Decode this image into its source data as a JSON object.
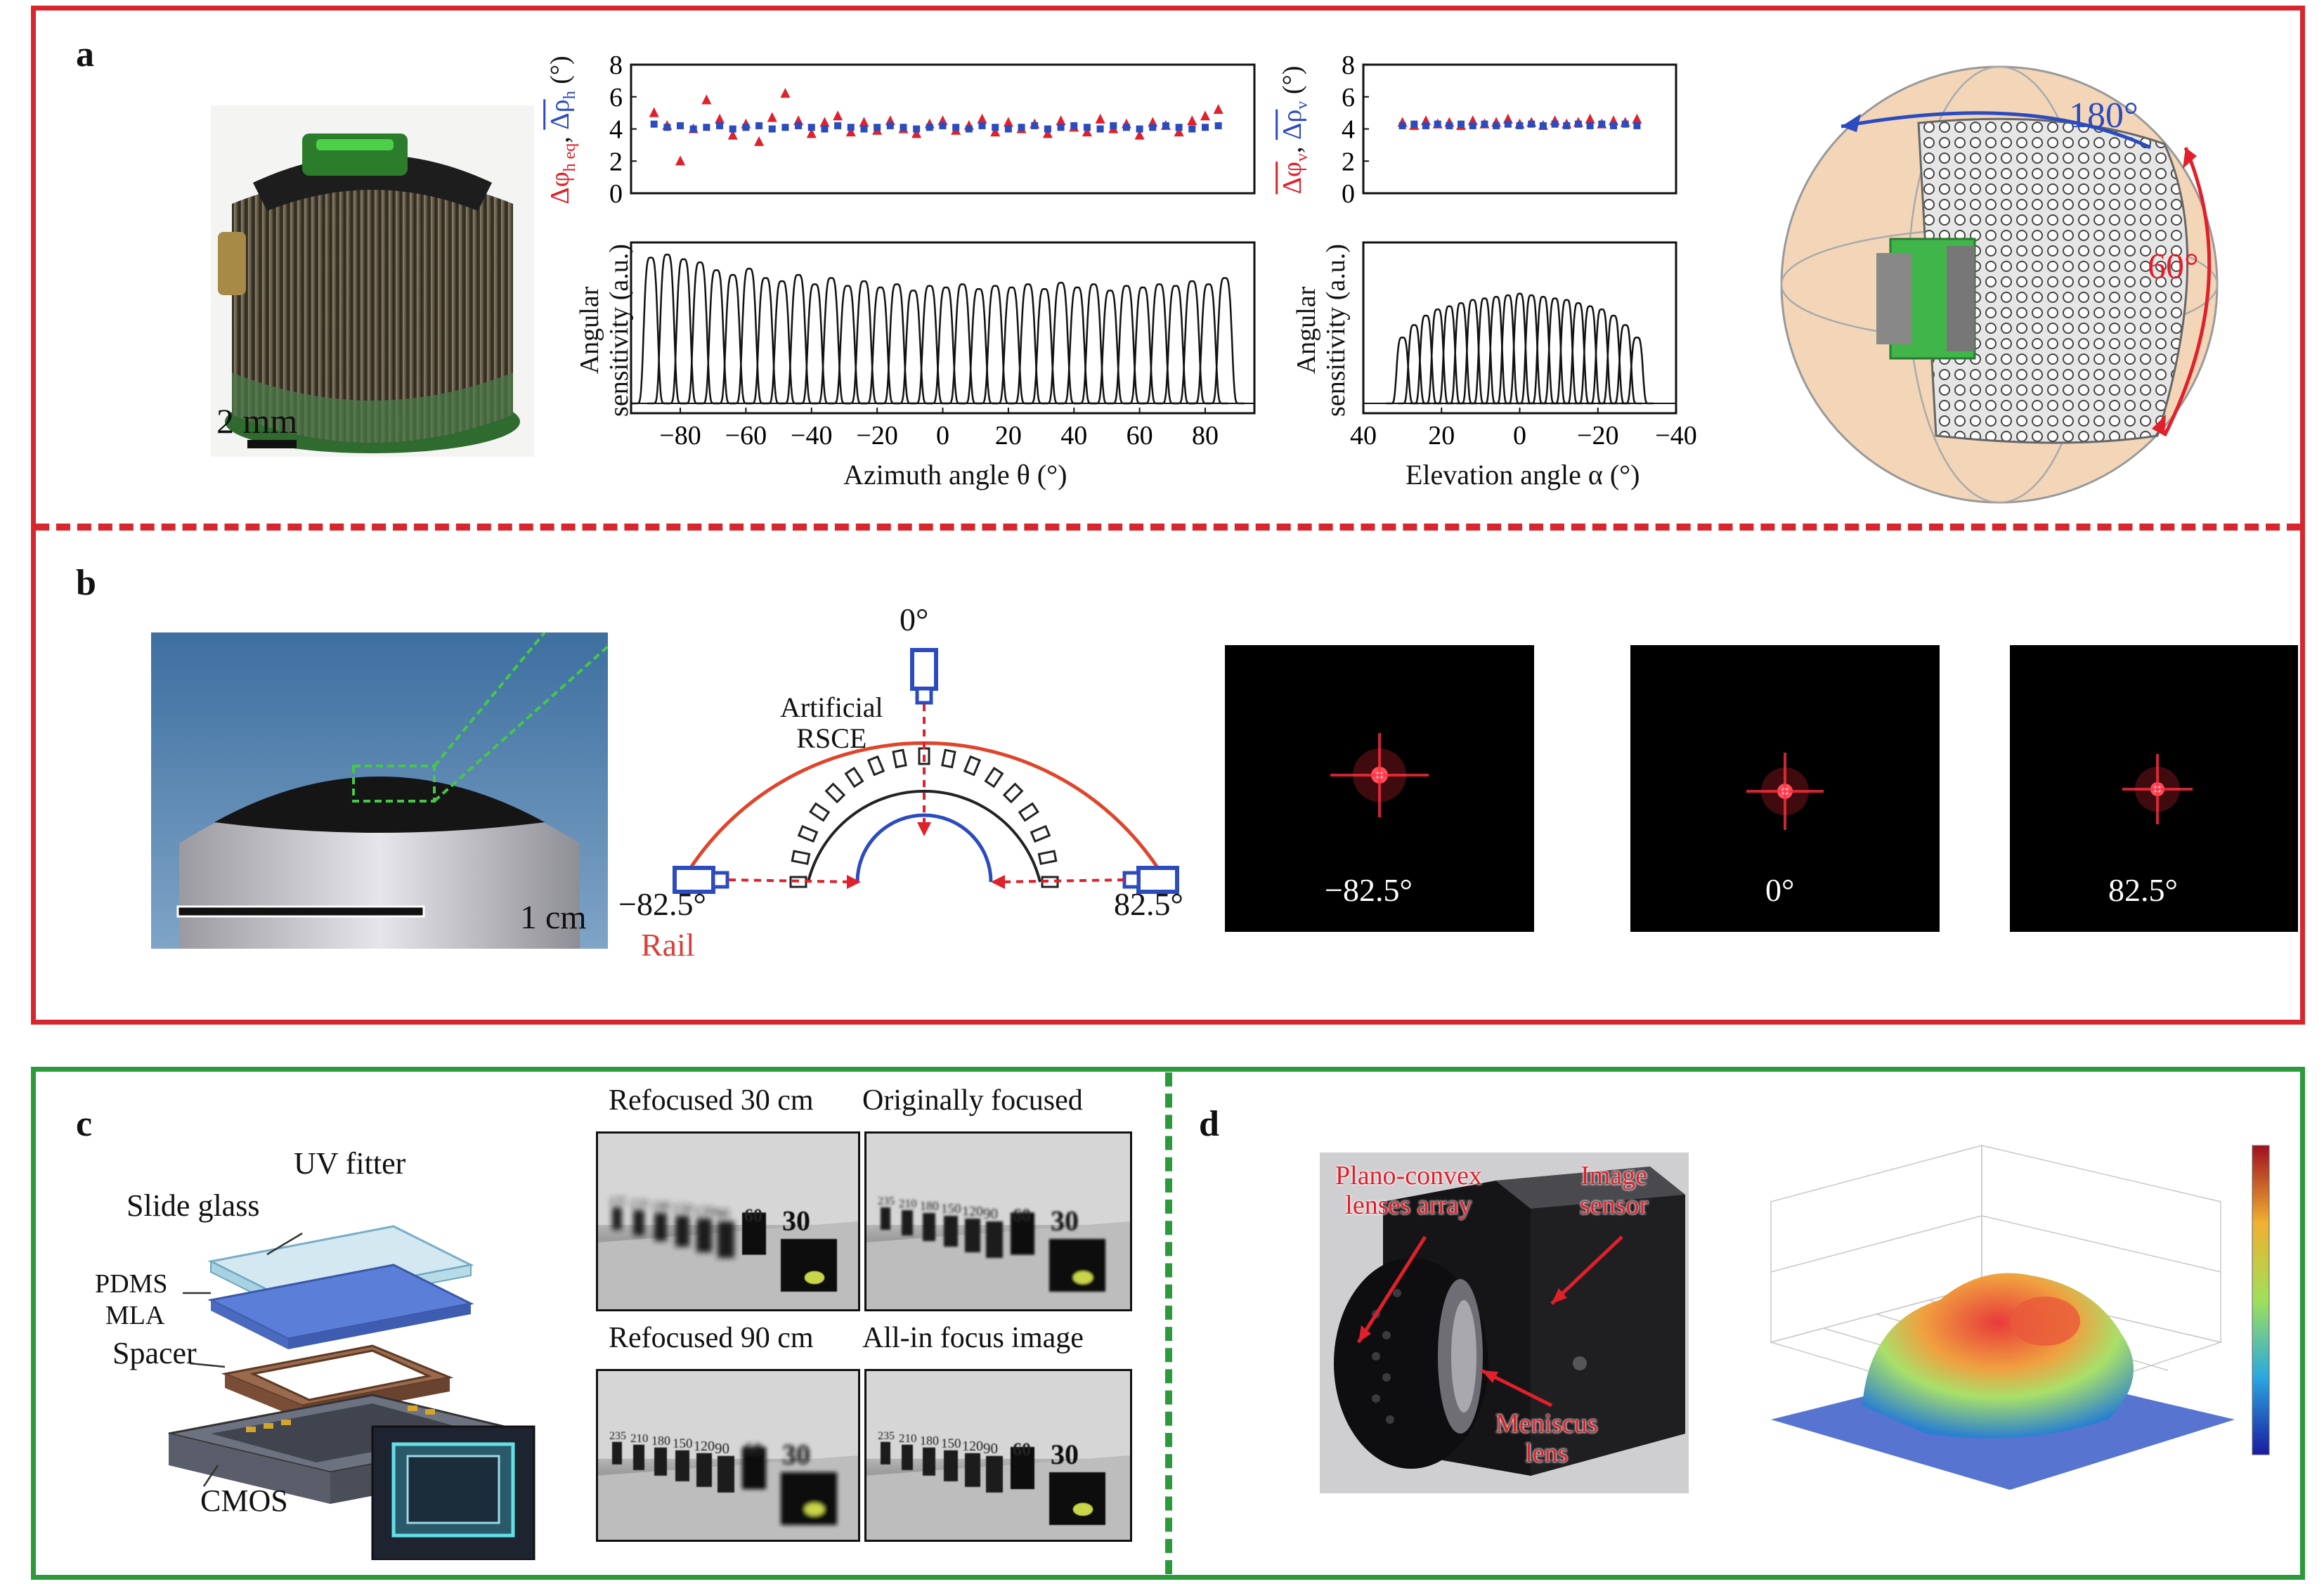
{
  "panels": {
    "a": "a",
    "b": "b",
    "c": "c",
    "d": "d"
  },
  "panel_a": {
    "scale_bar": "2 mm",
    "ylabel_top_left_red": "Δφ",
    "ylabel_top_left_red_sub": "h eq",
    "ylabel_top_left_sep": ", ",
    "ylabel_top_left_blue": "Δρ",
    "ylabel_top_left_blue_sub": "h",
    "ylabel_top_left_unit": " (°)",
    "ylabel_top_right_red": "Δφ",
    "ylabel_top_right_red_sub": "v",
    "ylabel_top_right_sep": ", ",
    "ylabel_top_right_blue": "Δρ",
    "ylabel_top_right_blue_sub": "v",
    "ylabel_top_right_unit": " (°)",
    "ylabel_bottom_line1": "Angular",
    "ylabel_bottom_line2": "sensitivity (a.u.)",
    "xlabel_left": "Azimuth angle θ (°)",
    "xlabel_right": "Elevation angle α (°)",
    "sphere_h_angle": "180°",
    "sphere_v_angle": "60°",
    "colors": {
      "red": "#e0202a",
      "blue": "#2b4bbf",
      "sphere": "#f3d6b8",
      "green": "#3fb54a"
    }
  },
  "panel_b": {
    "scale_bar": "1 cm",
    "top_angle": "0°",
    "left_angle": "−82.5°",
    "right_angle": "82.5°",
    "rail": "Rail",
    "center_line1": "Artificial",
    "center_line2": "RSCE",
    "spot_labels": [
      "−82.5°",
      "0°",
      "82.5°"
    ]
  },
  "panel_c": {
    "uv": "UV fitter",
    "slide": "Slide glass",
    "pdms": "PDMS",
    "mla": "MLA",
    "spacer": "Spacer",
    "cmos": "CMOS",
    "titles": [
      "Refocused 30 cm",
      "Originally focused",
      "Refocused 90 cm",
      "All-in focus image"
    ],
    "marks": [
      "235",
      "210",
      "180",
      "150",
      "120",
      "90",
      "60",
      "30"
    ]
  },
  "panel_d": {
    "plano_line1": "Plano-convex",
    "plano_line2": "lenses array",
    "image_line1": "Image",
    "image_line2": "sensor",
    "meniscus_line1": "Meniscus",
    "meniscus_line2": "lens"
  },
  "chart_data": [
    {
      "type": "scatter",
      "title": "",
      "xlabel": "",
      "ylabel": "Δφh eq, Δρh (°)",
      "xlim": [
        -95,
        95
      ],
      "ylim": [
        0,
        8
      ],
      "yticks": [
        0,
        2,
        4,
        6,
        8
      ],
      "series": [
        {
          "name": "Δφh eq",
          "marker": "triangle",
          "color": "#e0202a",
          "x": [
            -88,
            -84,
            -80,
            -76,
            -72,
            -68,
            -64,
            -60,
            -56,
            -52,
            -48,
            -44,
            -40,
            -36,
            -32,
            -28,
            -24,
            -20,
            -16,
            -12,
            -8,
            -4,
            0,
            4,
            8,
            12,
            16,
            20,
            24,
            28,
            32,
            36,
            40,
            44,
            48,
            52,
            56,
            60,
            64,
            68,
            72,
            76,
            80,
            84
          ],
          "y": [
            5.0,
            4.2,
            2.0,
            4.0,
            5.8,
            4.6,
            3.6,
            4.3,
            3.2,
            4.7,
            6.2,
            4.5,
            3.7,
            4.4,
            4.8,
            3.8,
            4.4,
            3.9,
            4.5,
            4.0,
            3.7,
            4.3,
            4.5,
            3.9,
            4.2,
            4.6,
            3.8,
            4.4,
            4.0,
            4.3,
            3.7,
            4.5,
            4.1,
            3.8,
            4.6,
            4.0,
            4.3,
            3.6,
            4.4,
            4.2,
            3.8,
            4.5,
            4.8,
            5.2
          ]
        },
        {
          "name": "Δρh",
          "marker": "square",
          "color": "#2b4bbf",
          "x": [
            -88,
            -84,
            -80,
            -76,
            -72,
            -68,
            -64,
            -60,
            -56,
            -52,
            -48,
            -44,
            -40,
            -36,
            -32,
            -28,
            -24,
            -20,
            -16,
            -12,
            -8,
            -4,
            0,
            4,
            8,
            12,
            16,
            20,
            24,
            28,
            32,
            36,
            40,
            44,
            48,
            52,
            56,
            60,
            64,
            68,
            72,
            76,
            80,
            84
          ],
          "y": [
            4.3,
            4.1,
            4.2,
            4.0,
            4.1,
            4.2,
            4.0,
            4.1,
            4.2,
            4.0,
            4.1,
            4.2,
            4.1,
            4.0,
            4.2,
            4.1,
            4.0,
            4.1,
            4.2,
            4.1,
            4.0,
            4.1,
            4.2,
            4.1,
            4.0,
            4.2,
            4.1,
            4.0,
            4.1,
            4.2,
            4.0,
            4.1,
            4.2,
            4.1,
            4.0,
            4.2,
            4.1,
            4.0,
            4.1,
            4.2,
            4.1,
            4.0,
            4.1,
            4.2
          ]
        }
      ]
    },
    {
      "type": "line",
      "title": "",
      "xlabel": "Azimuth angle θ (°)",
      "ylabel": "Angular sensitivity (a.u.)",
      "xlim": [
        -95,
        95
      ],
      "xticks": [
        -80,
        -60,
        -40,
        -20,
        0,
        20,
        40,
        60,
        80
      ],
      "peaks_x": [
        -89,
        -84,
        -79,
        -74,
        -69,
        -64,
        -59,
        -54,
        -49,
        -44,
        -39,
        -34,
        -29,
        -24,
        -19,
        -14,
        -9,
        -4,
        1,
        6,
        11,
        16,
        21,
        26,
        31,
        36,
        41,
        46,
        51,
        56,
        61,
        66,
        71,
        76,
        81,
        86
      ],
      "peaks_height": [
        0.93,
        0.95,
        0.92,
        0.9,
        0.85,
        0.82,
        0.86,
        0.8,
        0.78,
        0.82,
        0.76,
        0.8,
        0.75,
        0.78,
        0.74,
        0.76,
        0.72,
        0.75,
        0.74,
        0.76,
        0.73,
        0.75,
        0.74,
        0.76,
        0.73,
        0.77,
        0.74,
        0.76,
        0.72,
        0.75,
        0.74,
        0.76,
        0.75,
        0.78,
        0.76,
        0.8
      ]
    },
    {
      "type": "scatter",
      "title": "",
      "xlabel": "",
      "ylabel": "Δφv, Δρv (°)",
      "xlim": [
        40,
        -40
      ],
      "ylim": [
        0,
        8
      ],
      "yticks": [
        0,
        2,
        4,
        6,
        8
      ],
      "series": [
        {
          "name": "Δφv",
          "marker": "triangle",
          "color": "#e0202a",
          "x": [
            30,
            27,
            24,
            21,
            18,
            15,
            12,
            9,
            6,
            3,
            0,
            -3,
            -6,
            -9,
            -12,
            -15,
            -18,
            -21,
            -24,
            -27,
            -30
          ],
          "y": [
            4.4,
            4.2,
            4.5,
            4.3,
            4.4,
            4.2,
            4.5,
            4.3,
            4.4,
            4.6,
            4.3,
            4.4,
            4.2,
            4.5,
            4.3,
            4.4,
            4.6,
            4.3,
            4.5,
            4.4,
            4.6
          ]
        },
        {
          "name": "Δρv",
          "marker": "square",
          "color": "#2b4bbf",
          "x": [
            30,
            27,
            24,
            21,
            18,
            15,
            12,
            9,
            6,
            3,
            0,
            -3,
            -6,
            -9,
            -12,
            -15,
            -18,
            -21,
            -24,
            -27,
            -30
          ],
          "y": [
            4.2,
            4.3,
            4.2,
            4.3,
            4.2,
            4.3,
            4.2,
            4.3,
            4.2,
            4.3,
            4.2,
            4.3,
            4.2,
            4.3,
            4.2,
            4.3,
            4.2,
            4.3,
            4.2,
            4.3,
            4.2
          ]
        }
      ]
    },
    {
      "type": "line",
      "title": "",
      "xlabel": "Elevation angle α (°)",
      "ylabel": "Angular sensitivity (a.u.)",
      "xlim": [
        40,
        -40
      ],
      "xticks": [
        40,
        20,
        0,
        -20,
        -40
      ],
      "peaks_x": [
        30,
        27,
        24,
        21,
        18,
        15,
        12,
        9,
        6,
        3,
        0,
        -3,
        -6,
        -9,
        -12,
        -15,
        -18,
        -21,
        -24,
        -27,
        -30
      ],
      "peaks_height": [
        0.42,
        0.5,
        0.56,
        0.6,
        0.62,
        0.64,
        0.66,
        0.67,
        0.68,
        0.69,
        0.7,
        0.69,
        0.68,
        0.67,
        0.66,
        0.64,
        0.62,
        0.6,
        0.56,
        0.5,
        0.42
      ]
    }
  ]
}
